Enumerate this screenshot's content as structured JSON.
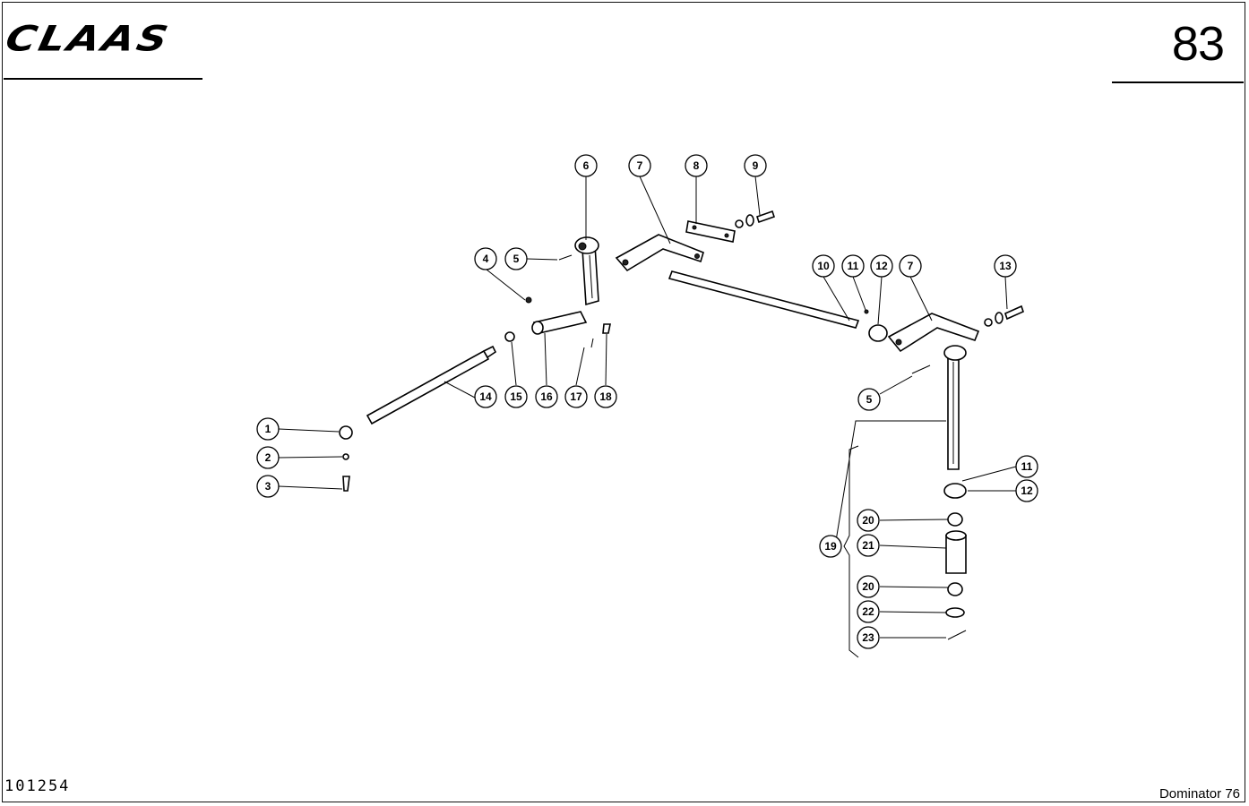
{
  "header": {
    "brand": "CLAAS",
    "page_number": "83"
  },
  "footer": {
    "drawing_number": "101254",
    "model": "Dominator 76"
  },
  "callouts": [
    {
      "id": "c6",
      "label": "6"
    },
    {
      "id": "c7a",
      "label": "7"
    },
    {
      "id": "c8",
      "label": "8"
    },
    {
      "id": "c9",
      "label": "9"
    },
    {
      "id": "c4",
      "label": "4"
    },
    {
      "id": "c5a",
      "label": "5"
    },
    {
      "id": "c10",
      "label": "10"
    },
    {
      "id": "c11a",
      "label": "11"
    },
    {
      "id": "c12a",
      "label": "12"
    },
    {
      "id": "c7b",
      "label": "7"
    },
    {
      "id": "c13",
      "label": "13"
    },
    {
      "id": "c14",
      "label": "14"
    },
    {
      "id": "c15",
      "label": "15"
    },
    {
      "id": "c16",
      "label": "16"
    },
    {
      "id": "c17",
      "label": "17"
    },
    {
      "id": "c18",
      "label": "18"
    },
    {
      "id": "c1",
      "label": "1"
    },
    {
      "id": "c2",
      "label": "2"
    },
    {
      "id": "c3",
      "label": "3"
    },
    {
      "id": "c5b",
      "label": "5"
    },
    {
      "id": "c11b",
      "label": "11"
    },
    {
      "id": "c12b",
      "label": "12"
    },
    {
      "id": "c20a",
      "label": "20"
    },
    {
      "id": "c19",
      "label": "19"
    },
    {
      "id": "c21",
      "label": "21"
    },
    {
      "id": "c20b",
      "label": "20"
    },
    {
      "id": "c22",
      "label": "22"
    },
    {
      "id": "c23",
      "label": "23"
    }
  ]
}
